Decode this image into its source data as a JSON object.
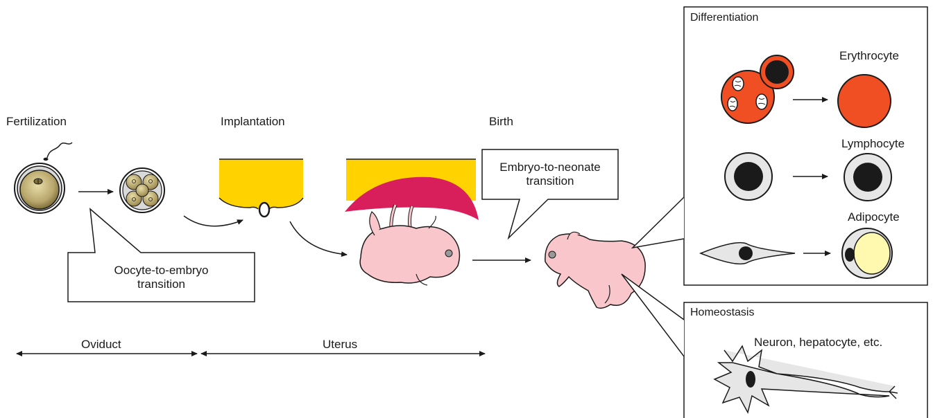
{
  "stages": {
    "fertilization": "Fertilization",
    "implantation": "Implantation",
    "birth": "Birth"
  },
  "callouts": {
    "oocyte_line1": "Oocyte-to-embryo",
    "oocyte_line2": "transition",
    "neonate_line1": "Embryo-to-neonate",
    "neonate_line2": "transition"
  },
  "regions": {
    "oviduct": "Oviduct",
    "uterus": "Uterus"
  },
  "differentiation": {
    "title": "Differentiation",
    "erythrocyte": "Erythrocyte",
    "lymphocyte": "Lymphocyte",
    "adipocyte": "Adipocyte"
  },
  "homeostasis": {
    "title": "Homeostasis",
    "neuron_label": "Neuron, hepatocyte, etc."
  },
  "colors": {
    "uterus_tissue": "#FFD200",
    "placenta": "#D81F5B",
    "mouse": "#F9C7CB",
    "egg": "#B8A66B",
    "erythrocyte": "#F04E23",
    "fat_droplet": "#FFF9B0",
    "cell_grey": "#E6E6E6"
  }
}
